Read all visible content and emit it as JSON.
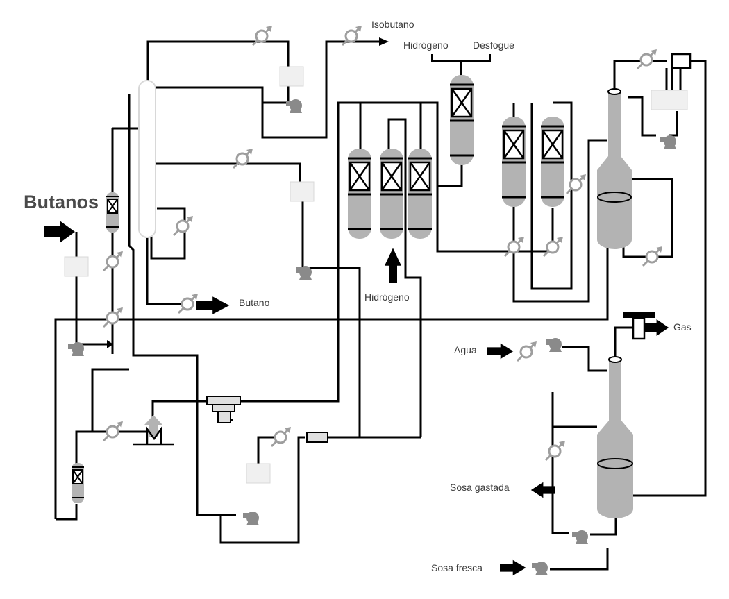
{
  "labels": {
    "butanos": "Butanos",
    "isobutano": "Isobutano",
    "hidrogeno_top": "Hidrógeno",
    "desfogue": "Desfogue",
    "butano": "Butano",
    "hidrogeno_mid": "Hidrógeno",
    "gas": "Gas",
    "agua": "Agua",
    "sosa_gastada": "Sosa gastada",
    "sosa_fresca": "Sosa fresca"
  },
  "colors": {
    "line": "#000000",
    "vessel": "#b3b3b3",
    "vessel_light": "#e6e6e6",
    "valve": "#9e9e9e",
    "arrow": "#000000",
    "text": "#3a3a3a"
  }
}
